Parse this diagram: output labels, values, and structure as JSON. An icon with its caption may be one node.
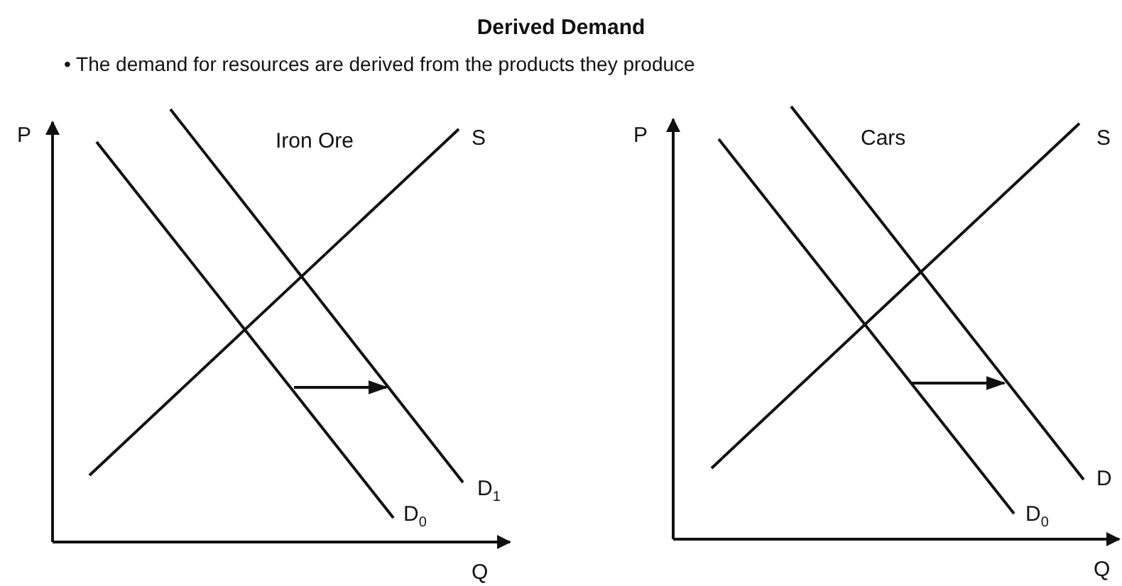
{
  "diagram": {
    "title": "Derived Demand",
    "labels": [
      "• The demand for resources are derived from the products they produce",
      "P",
      "Iron Ore",
      "S",
      "P",
      "Cars",
      "S",
      "D$_{1}$",
      "D",
      "D$_{0}$",
      "D$_{0}$",
      "Q",
      "Q"
    ]
  }
}
